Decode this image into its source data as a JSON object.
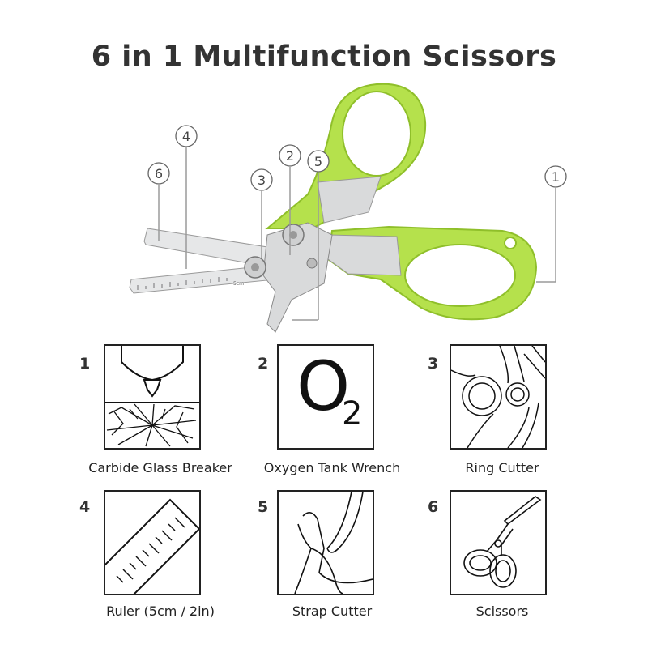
{
  "title": "6 in 1 Multifunction Scissors",
  "colors": {
    "handle": "#b5e14c",
    "handle_dark": "#8fbf2a",
    "steel": "#d9dadb",
    "outline": "#222222"
  },
  "callouts": [
    "1",
    "2",
    "3",
    "4",
    "5",
    "6"
  ],
  "features": [
    {
      "number": "1",
      "label": "Carbide Glass Breaker",
      "icon": "glass-breaker-icon"
    },
    {
      "number": "2",
      "label": "Oxygen Tank Wrench",
      "icon": "o2-icon",
      "glyph_main": "O",
      "glyph_sub": "2"
    },
    {
      "number": "3",
      "label": "Ring Cutter",
      "icon": "ring-cutter-icon"
    },
    {
      "number": "4",
      "label": "Ruler (5cm / 2in)",
      "icon": "ruler-icon"
    },
    {
      "number": "5",
      "label": "Strap Cutter",
      "icon": "strap-cutter-icon"
    },
    {
      "number": "6",
      "label": "Scissors",
      "icon": "scissors-icon"
    }
  ],
  "ruler_label": "5cm"
}
